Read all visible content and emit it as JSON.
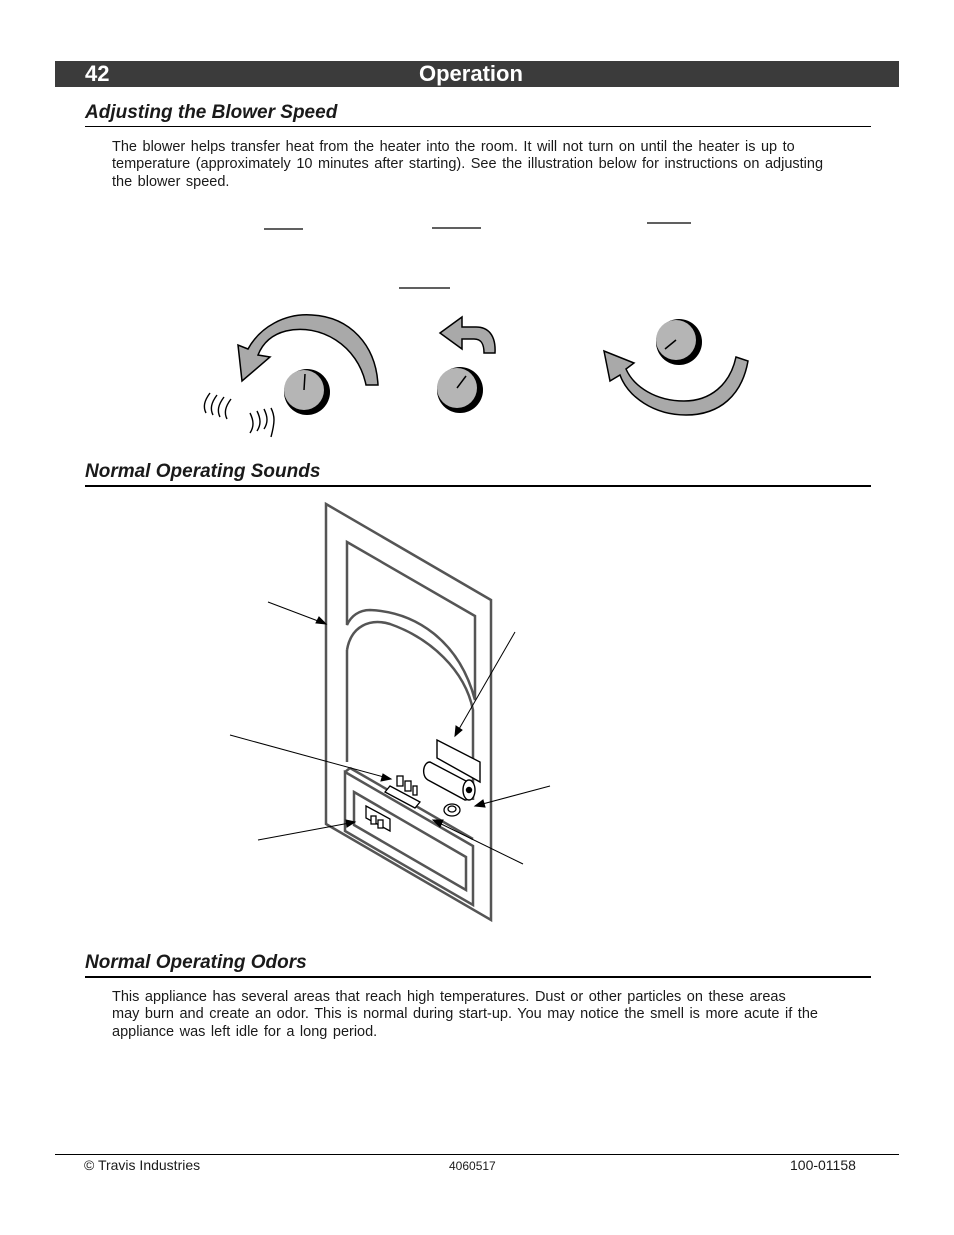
{
  "header": {
    "page_number": "42",
    "chapter_title": "Operation"
  },
  "sections": {
    "blower": {
      "heading": "Adjusting the Blower Speed",
      "body": "The blower helps transfer heat from the heater into the room.  It will not turn on until the heater is up to temperature (approximately 10 minutes after starting).  See the illustration below for instructions on adjusting the blower speed."
    },
    "sounds": {
      "heading": "Normal Operating Sounds"
    },
    "odors": {
      "heading": "Normal Operating Odors",
      "body": "This appliance has several areas that reach high temperatures.  Dust or other particles on these areas may burn and create an odor.  This is normal during start-up.  You may notice the smell is more acute if the appliance was left idle for a long period."
    }
  },
  "footer": {
    "copyright": "© Travis Industries",
    "doc_code": "4060517",
    "part_number": "100-01158"
  }
}
